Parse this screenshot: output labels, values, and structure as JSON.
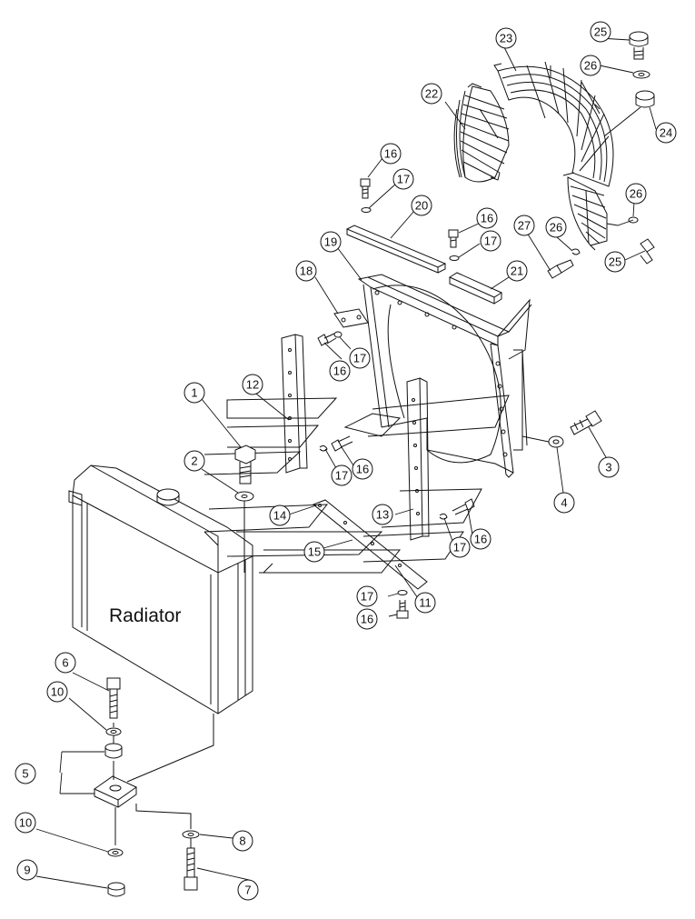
{
  "diagram": {
    "type": "exploded-parts-diagram",
    "main_label": "Radiator",
    "callout_numbers": [
      "1",
      "2",
      "3",
      "4",
      "5",
      "6",
      "7",
      "8",
      "9",
      "10",
      "11",
      "12",
      "13",
      "14",
      "15",
      "16",
      "17",
      "18",
      "19",
      "20",
      "21",
      "22",
      "23",
      "24",
      "25",
      "26",
      "27"
    ]
  }
}
